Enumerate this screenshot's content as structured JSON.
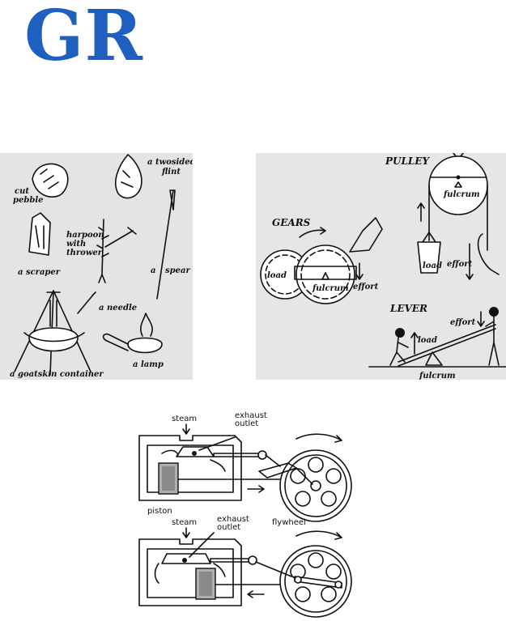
{
  "logo": {
    "text": "GR",
    "color": "#1f5fbf"
  },
  "tools_figure": {
    "labels": {
      "cut_pebble_1": "cut",
      "cut_pebble_2": "pebble",
      "flint_1": "a twosided",
      "flint_2": "flint",
      "harpoon_1": "harpoon",
      "harpoon_2": "with",
      "harpoon_3": "thrower",
      "scraper": "a scraper",
      "spear_1": "a",
      "spear_2": "spear",
      "needle": "a needle",
      "container": "a goatskin container",
      "lamp": "a lamp"
    }
  },
  "machines_figure": {
    "labels": {
      "pulley": "PULLEY",
      "pulley_fulcrum": "fulcrum",
      "pulley_load": "load",
      "pulley_effort": "effort",
      "gears": "GEARS",
      "gears_load": "load",
      "gears_fulcrum": "fulcrum",
      "gears_effort": "effort",
      "lever": "LEVER",
      "lever_load": "load",
      "lever_effort": "effort",
      "lever_fulcrum": "fulcrum"
    }
  },
  "engine_figure": {
    "labels": {
      "steam_top": "steam",
      "exhaust_top_1": "exhaust",
      "exhaust_top_2": "outlet",
      "piston": "piston",
      "flywheel": "flywheel",
      "steam_bottom": "steam",
      "exhaust_bottom_1": "exhaust",
      "exhaust_bottom_2": "outlet"
    }
  }
}
